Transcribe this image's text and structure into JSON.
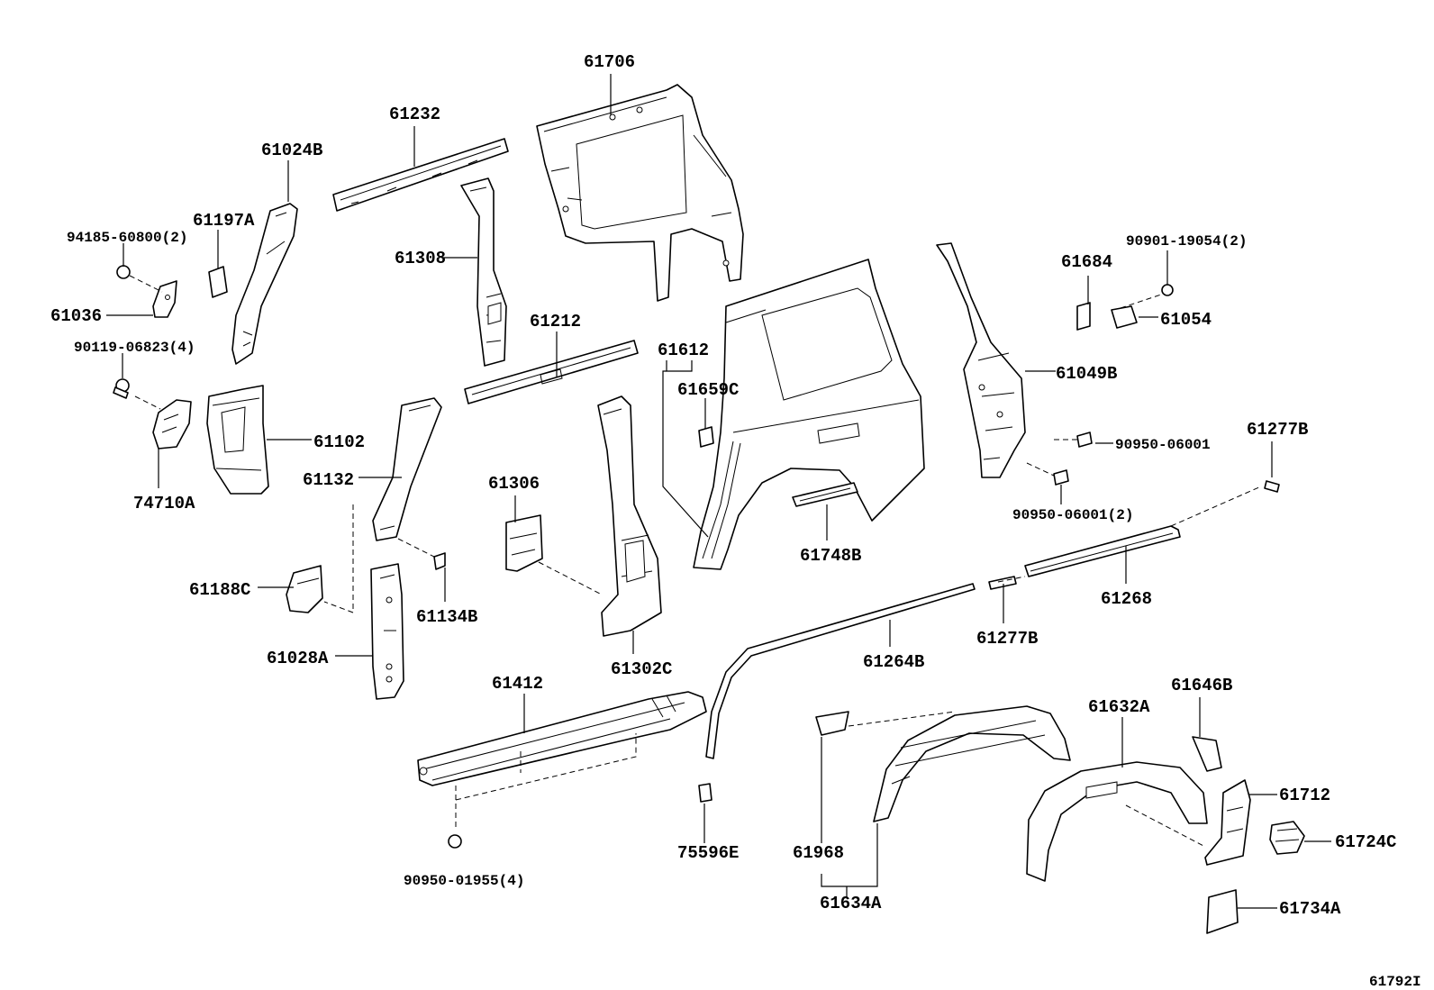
{
  "labels": {
    "p61706": "61706",
    "p61232": "61232",
    "p61024B": "61024B",
    "p61197A": "61197A",
    "p94185": "94185-60800(2)",
    "p61308": "61308",
    "p61036": "61036",
    "p90119": "90119-06823(4)",
    "p61212": "61212",
    "p61612": "61612",
    "p61659C": "61659C",
    "p61684": "61684",
    "p90901": "90901-19054(2)",
    "p61054": "61054",
    "p61049B": "61049B",
    "p61102": "61102",
    "p74710A": "74710A",
    "p61132": "61132",
    "p61306": "61306",
    "p90950a": "90950-06001",
    "p61277B_top": "61277B",
    "p90950b": "90950-06001(2)",
    "p61748B": "61748B",
    "p61188C": "61188C",
    "p61134B": "61134B",
    "p61028A": "61028A",
    "p61302C": "61302C",
    "p61268": "61268",
    "p61277B_mid": "61277B",
    "p61264B": "61264B",
    "p61412": "61412",
    "p61646B": "61646B",
    "p61632A": "61632A",
    "p61712": "61712",
    "p61724C": "61724C",
    "p75596E": "75596E",
    "p61968": "61968",
    "p90950c": "90950-01955(4)",
    "p61634A": "61634A",
    "p61734A": "61734A",
    "figure_code": "61792I"
  }
}
